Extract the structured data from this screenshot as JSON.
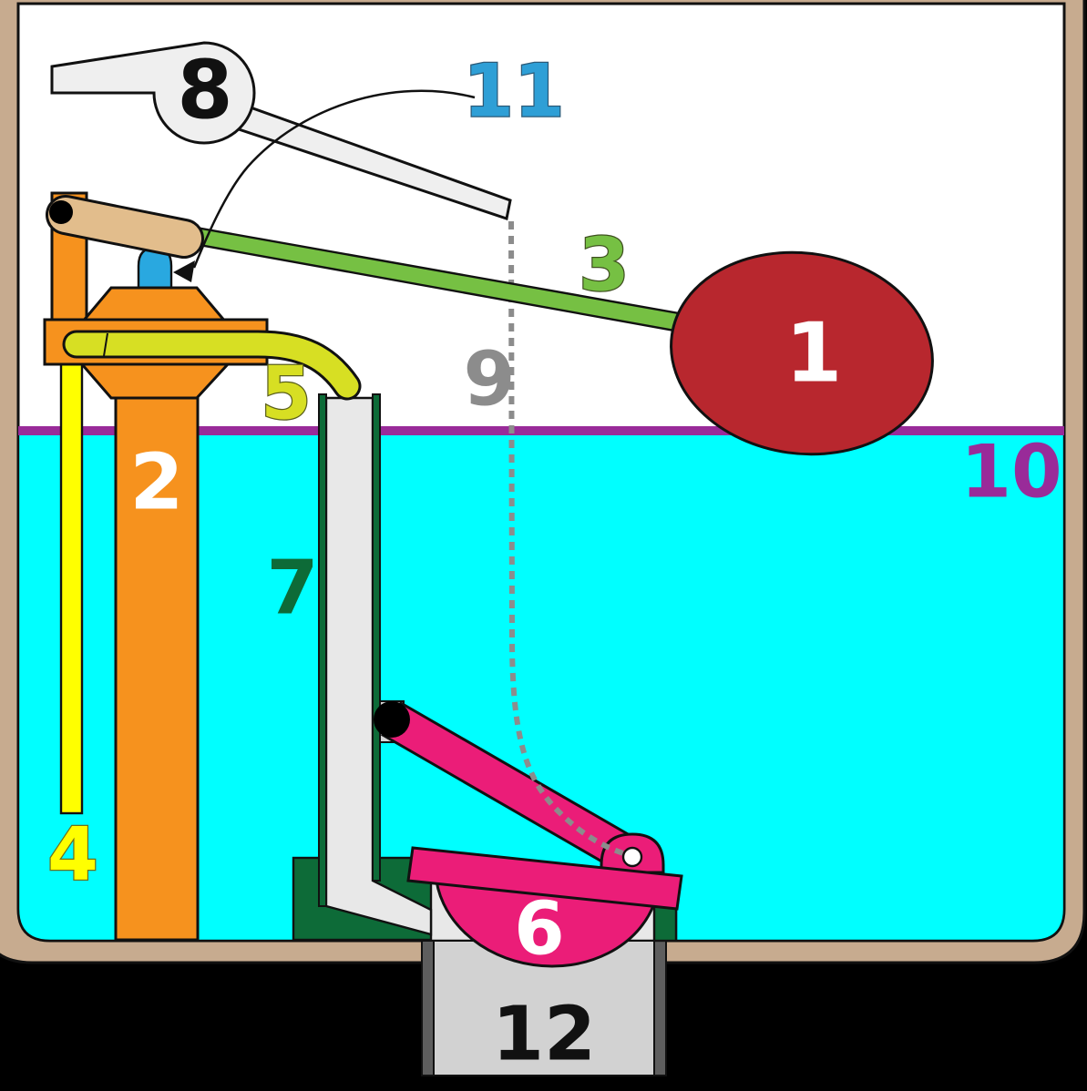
{
  "diagram": {
    "subject": "cistern-flush-mechanism-cross-section",
    "label_count": "12"
  },
  "labels": [
    {
      "num": "1",
      "part": "float-ball",
      "color": "#ffffff"
    },
    {
      "num": "2",
      "part": "fill-valve-tower",
      "color": "#ffffff"
    },
    {
      "num": "3",
      "part": "float-arm",
      "color": "#76c043"
    },
    {
      "num": "4",
      "part": "valve-piston-rod",
      "color": "#ffff00"
    },
    {
      "num": "5",
      "part": "refill-tube",
      "color": "#d7df23"
    },
    {
      "num": "6",
      "part": "flapper-valve",
      "color": "#ffffff"
    },
    {
      "num": "7",
      "part": "overflow-tube",
      "color": "#0d6b38"
    },
    {
      "num": "8",
      "part": "flush-handle",
      "color": "#111111"
    },
    {
      "num": "9",
      "part": "lift-chain",
      "color": "#8c8c8c"
    },
    {
      "num": "10",
      "part": "water-line",
      "color": "#992b99"
    },
    {
      "num": "11",
      "part": "valve-cap",
      "color": "#2e9fd6"
    },
    {
      "num": "12",
      "part": "flush-outlet",
      "color": "#111111"
    }
  ],
  "palette": {
    "background": "#000000",
    "tank_wall": "#c7ab8f",
    "tank_interior": "#ffffff",
    "water": "#00ffff",
    "waterline": "#992b99",
    "float_red": "#b8272e",
    "arm_green": "#76c043",
    "valve_orange": "#f6921e",
    "rod_yellow": "#ffff00",
    "tube_yellow_green": "#d7df23",
    "cap_blue": "#29a8e0",
    "lever_tan": "#e2bd8c",
    "handle_gray": "#efefef",
    "chain_gray": "#8c8c8c",
    "flapper_pink": "#eb1d78",
    "overflow_green": "#0d6b38",
    "pipe_gray": "#e8e8e8",
    "outlet_gray": "#d2d2d2",
    "outlet_wall_gray": "#5e5e5e",
    "bracket_gray": "#d6d6d6"
  }
}
